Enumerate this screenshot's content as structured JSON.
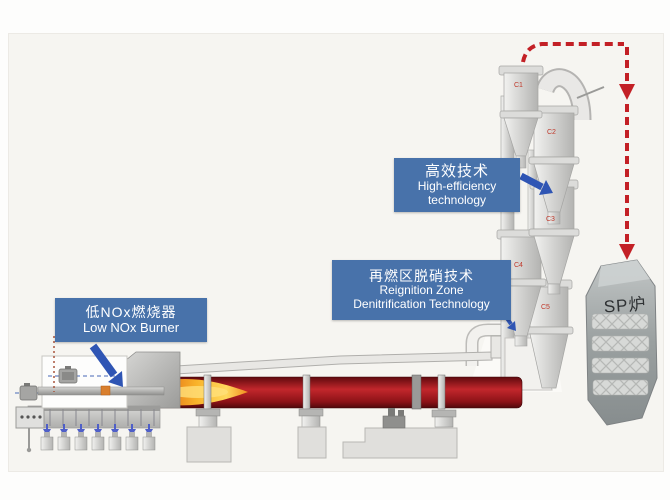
{
  "diagram": {
    "labels": {
      "low_nox": {
        "zh": "低NOx燃烧器",
        "en": "Low NOx Burner"
      },
      "high_eff": {
        "zh": "高效技术",
        "en_line1": "High-efficiency",
        "en_line2": "technology"
      },
      "reignition": {
        "zh": "再燃区脱硝技术",
        "en_line1": "Reignition Zone",
        "en_line2": "Denitrification Technology"
      },
      "sp_furnace": "SP炉"
    },
    "cyclone_tags": [
      "C1",
      "C2",
      "C3",
      "C4",
      "C5"
    ],
    "colors": {
      "label_box_blue": "#4872aa",
      "arrow_blue": "#2f55b4",
      "flow_line_red": "#c32026",
      "kiln_red": "#9c1a1f",
      "flame_orange": "#f6a21f",
      "machinery_gray": "#c6c6c4"
    }
  }
}
